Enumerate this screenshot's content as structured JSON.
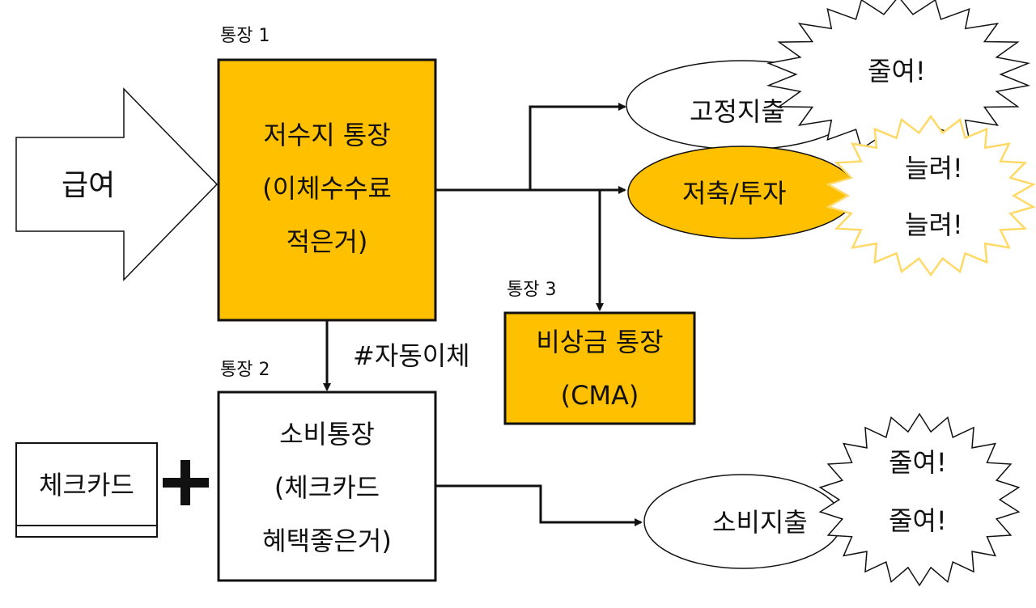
{
  "colors": {
    "highlight": "#ffc000",
    "stroke": "#111111",
    "burst_highlight_stroke": "#ffd966",
    "background": "#ffffff"
  },
  "salary": {
    "label": "급여"
  },
  "account1": {
    "tag": "통장 1",
    "lines": [
      "저수지 통장",
      "(이체수수료",
      "적은거)"
    ]
  },
  "account2": {
    "tag": "통장 2",
    "lines": [
      "소비통장",
      "(체크카드",
      "혜택좋은거)"
    ]
  },
  "account3": {
    "tag": "통장 3",
    "lines": [
      "비상금 통장",
      "(CMA)"
    ]
  },
  "auto_transfer": {
    "label": "#자동이체"
  },
  "check_card": {
    "label": "체크카드",
    "plus": "+"
  },
  "fixed_expense": {
    "label": "고정지출",
    "burst": [
      "줄여!"
    ]
  },
  "savings": {
    "label": "저축/투자",
    "burst": [
      "늘려!",
      "늘려!"
    ]
  },
  "spending": {
    "label": "소비지출",
    "burst": [
      "줄여!",
      "줄여!"
    ]
  }
}
